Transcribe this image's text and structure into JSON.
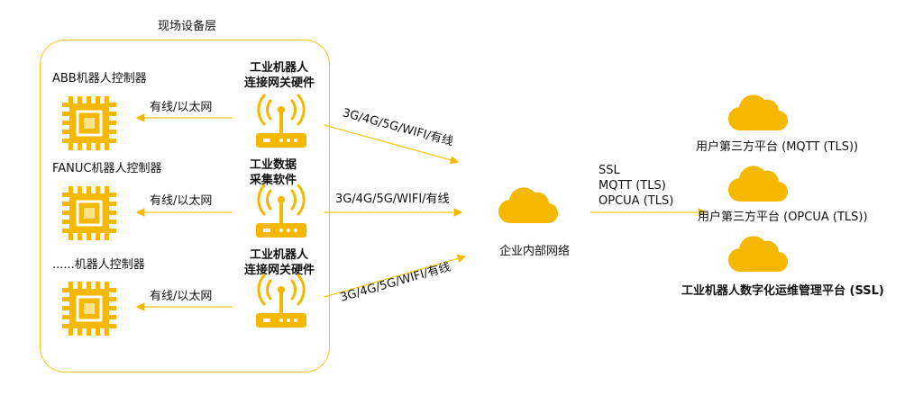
{
  "colors": {
    "accent": "#f5b800",
    "accent_light": "#ffc61a",
    "border": "#f5c518",
    "text": "#111111"
  },
  "field_layer": {
    "title": "现场设备层",
    "controllers": [
      {
        "label": "ABB机器人控制器",
        "icon": "chip-icon",
        "link_label": "有线/以太网"
      },
      {
        "label": "FANUC机器人控制器",
        "icon": "chip-icon",
        "link_label": "有线/以太网"
      },
      {
        "label": "......机器人控制器",
        "icon": "chip-icon",
        "link_label": "有线/以太网"
      }
    ],
    "gateways": [
      {
        "line1": "工业机器人",
        "line2": "连接网关硬件",
        "icon": "router-icon"
      },
      {
        "line1": "工业数据",
        "line2": "采集软件",
        "icon": "router-icon"
      },
      {
        "line1": "工业机器人",
        "line2": "连接网关硬件",
        "icon": "router-icon"
      }
    ]
  },
  "wireless_links": [
    "3G/4G/5G/WIFI/有线",
    "3G/4G/5G/WIFI/有线",
    "3G/4G/5G/WIFI/有线"
  ],
  "enterprise_network": {
    "label": "企业内部网络",
    "icon": "cloud-icon"
  },
  "protocols": [
    "SSL",
    "MQTT (TLS)",
    "OPCUA (TLS)"
  ],
  "platforms": [
    {
      "label": "用户第三方平台 (MQTT (TLS))",
      "icon": "cloud-icon"
    },
    {
      "label": "用户第三方平台 (OPCUA (TLS))",
      "icon": "cloud-icon"
    },
    {
      "label": "工业机器人数字化运维管理平台 (SSL)",
      "icon": "cloud-icon"
    }
  ]
}
